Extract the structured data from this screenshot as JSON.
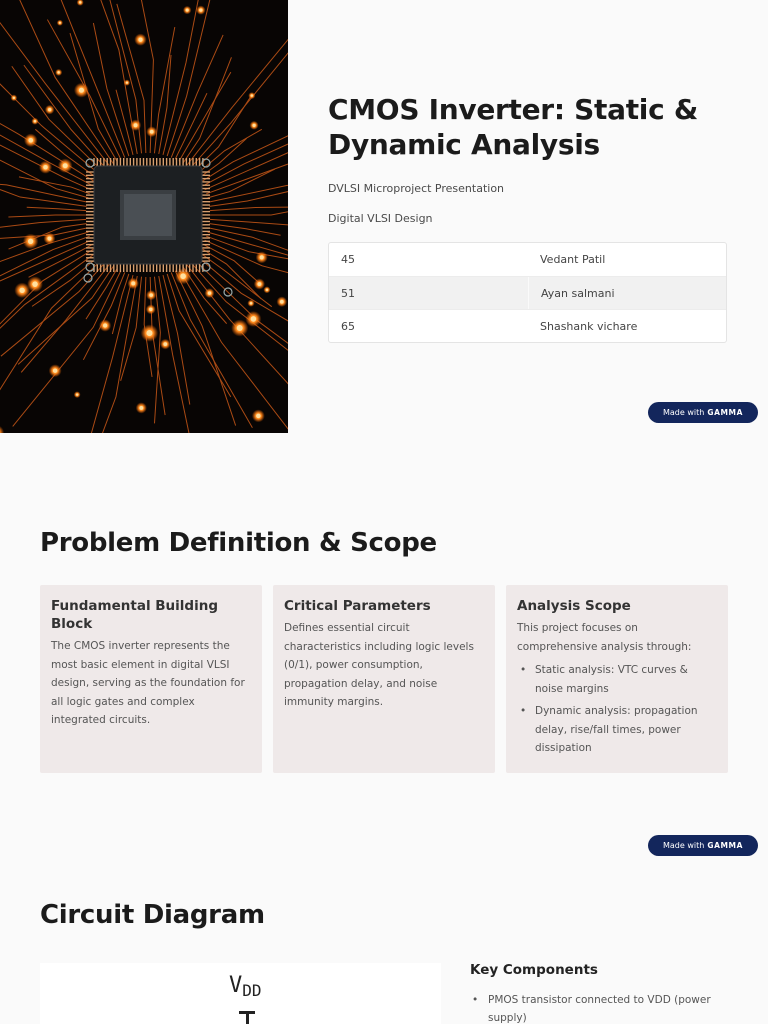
{
  "slide1": {
    "title": "CMOS Inverter: Static & Dynamic Analysis",
    "subtitle": "DVLSI Microproject Presentation",
    "course": "Digital VLSI Design",
    "team": [
      {
        "roll": "45",
        "name": "Vedant Patil"
      },
      {
        "roll": "51",
        "name": "Ayan salmani"
      },
      {
        "roll": "65",
        "name": "Shashank vichare"
      }
    ]
  },
  "badge": {
    "prefix": "Made with",
    "brand": "GAMMA"
  },
  "slide2": {
    "title": "Problem Definition & Scope",
    "cards": [
      {
        "heading": "Fundamental Building Block",
        "body": "The CMOS inverter represents the most basic element in digital VLSI design, serving as the foundation for all logic gates and complex integrated circuits."
      },
      {
        "heading": "Critical Parameters",
        "body": "Defines essential circuit characteristics including logic levels (0/1), power consumption, propagation delay, and noise immunity margins."
      },
      {
        "heading": "Analysis Scope",
        "body": "This project focuses on comprehensive analysis through:",
        "bullets": [
          "Static analysis: VTC curves & noise margins",
          "Dynamic analysis: propagation delay, rise/fall times, power dissipation"
        ]
      }
    ]
  },
  "slide3": {
    "title": "Circuit Diagram",
    "vdd": "V",
    "vdd_sub": "DD",
    "components_heading": "Key Components",
    "components": [
      "PMOS transistor connected to VDD (power supply)"
    ]
  },
  "colors": {
    "badge_bg": "#13265c",
    "card_bg": "#efe9e9",
    "trace_orange": "#e0621a"
  }
}
